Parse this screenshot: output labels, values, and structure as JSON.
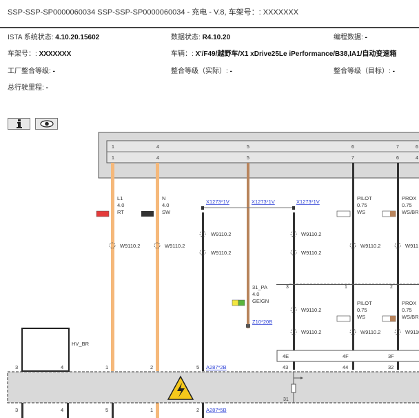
{
  "header": {
    "title": "SSP-SSP-SP0000060034 SSP-SSP-SP0000060034 - 充电 - V.8, 车架号：: XXXXXXX"
  },
  "info": {
    "ista_label": "ISTA 系统状态: ",
    "ista_value": "4.10.20.15602",
    "data_label": "数据状态: ",
    "data_value": "R4.10.20",
    "prog_label": "编程数据: ",
    "prog_value": "-",
    "vin_label": "车架号：: ",
    "vin_value": "XXXXXXX",
    "vehicle_label": "车辆：: ",
    "vehicle_value": "X'/F49/越野车/X1 xDrive25Le iPerformance/B38,IA1/自动变速箱",
    "factory_label": "工厂整合等级: ",
    "factory_value": "-",
    "actual_label": "整合等级（实际）: ",
    "actual_value": "-",
    "target_label": "整合等级（目标）: ",
    "target_value": "-",
    "mileage_label": "总行驶里程: ",
    "mileage_value": "-"
  },
  "toolbar": {
    "info_icon": "info-icon",
    "eye_icon": "eye-icon"
  },
  "diagram": {
    "connector_top": {
      "row1": [
        "1",
        "4",
        "5",
        "6",
        "7",
        "6"
      ],
      "row2": [
        "1",
        "4",
        "5",
        "7",
        "6",
        "4"
      ]
    },
    "wires": {
      "l1": {
        "name": "L1",
        "size": "4.0",
        "color": "RT"
      },
      "n": {
        "name": "N",
        "size": "4.0",
        "color": "SW"
      },
      "pilot_top": {
        "name": "PILOT",
        "size": "0.75",
        "color": "WS"
      },
      "prox_top": {
        "name": "PROX",
        "size": "0.75",
        "color": "WS/BR"
      },
      "pa": {
        "name": "31_PA",
        "size": "4.0",
        "color": "GE/GN"
      },
      "pilot_bot": {
        "name": "PILOT",
        "size": "0.75",
        "color": "WS"
      },
      "prox_bot": {
        "name": "PROX",
        "size": "0.75",
        "color": "WS/BR"
      }
    },
    "links": {
      "x1": "X1273*1V",
      "x2": "X1273*1V",
      "x3": "X1273*1V",
      "z10": "Z10*20B",
      "a287_2b": "A287*2B",
      "a287_5b": "A287*5B"
    },
    "splices": {
      "w1": "W9110.2",
      "w2": "W9110.2",
      "w3": "W9110.2",
      "w4": "W9110.2",
      "w5": "W9110.2",
      "w6": "W9110.2",
      "w7": "W9110.2",
      "w8": "W9110.2",
      "w9": "W9110.2",
      "w10": "W9110.2",
      "w11": "W9110.2",
      "w12": "W911"
    },
    "hv_label": "HV_BR",
    "pins_bottom": {
      "p3": "3",
      "p4": "4",
      "p1": "1",
      "p2": "2",
      "p5": "5",
      "p43": "43",
      "p44": "44",
      "p32": "32",
      "p31": "31"
    },
    "pins_below": {
      "p3": "3",
      "p4": "4",
      "p5": "5",
      "p1": "1",
      "p2": "2"
    },
    "pin_labels": {
      "a": "4E",
      "b": "4F",
      "c": "3F",
      "s3": "3",
      "s1": "1",
      "s2": "2"
    },
    "colors": {
      "orange": "#f5b87a",
      "brown": "#b8845c",
      "red": "#e43b3b",
      "black": "#333333",
      "yellow": "#f2e640",
      "green": "#5ab53c",
      "link": "#2b3fd6"
    }
  }
}
